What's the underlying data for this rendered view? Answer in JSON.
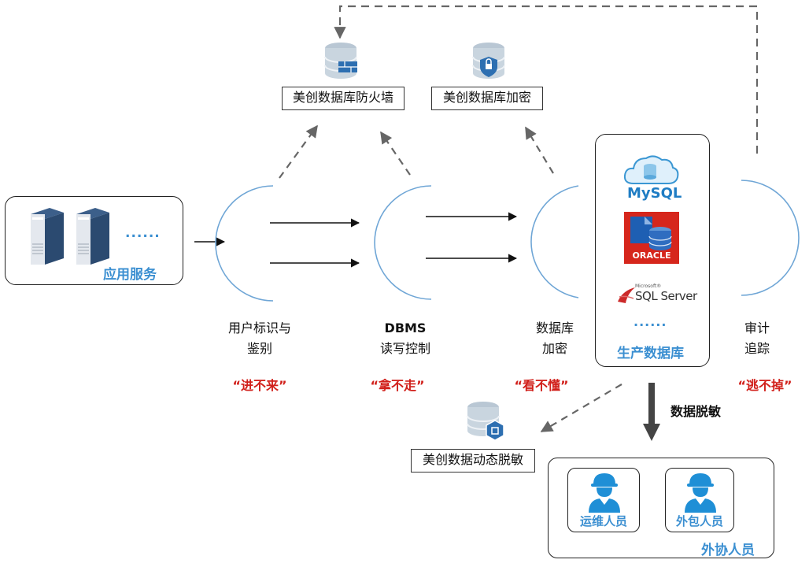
{
  "top_nodes": {
    "firewall": "美创数据库防火墙",
    "encryption": "美创数据库加密"
  },
  "app_service": {
    "label": "应用服务",
    "ellipsis": "......"
  },
  "steps": [
    {
      "title": [
        "用户标识与",
        "鉴别"
      ],
      "slogan": "“进不来”"
    },
    {
      "title": [
        "DBMS",
        "读写控制"
      ],
      "slogan": "“拿不走”"
    },
    {
      "title": [
        "数据库",
        "加密"
      ],
      "slogan": "“看不懂”"
    },
    {
      "title": [
        "审计",
        "追踪"
      ],
      "slogan": "“逃不掉”"
    }
  ],
  "production_db": {
    "label": "生产数据库",
    "ellipsis": "......",
    "logos": {
      "mysql": "MySQL",
      "oracle": "ORACLE",
      "sqlserver_small": "Microsoft®",
      "sqlserver": "SQL Server"
    }
  },
  "desensitize": {
    "caption": "数据脱敏",
    "node": "美创数据动态脱敏"
  },
  "external": {
    "label": "外协人员",
    "people": [
      "运维人员",
      "外包人员"
    ]
  },
  "colors": {
    "accent_blue": "#3b8fd1",
    "slogan_red": "#d1201b",
    "arc_blue": "#6fa6d6"
  }
}
